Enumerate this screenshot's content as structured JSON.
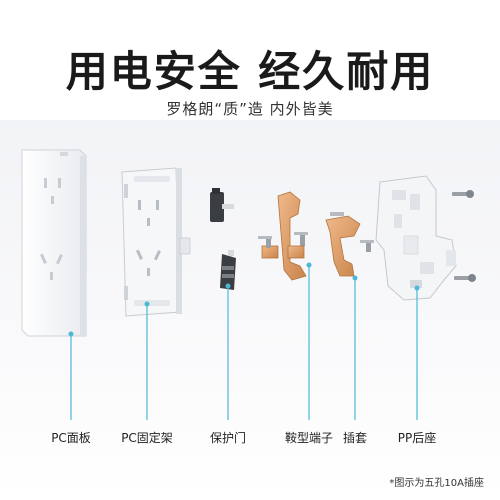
{
  "headline": "用电安全 经久耐用",
  "subhead": "罗格朗“质”造 内外皆美",
  "components": [
    {
      "label": "PC面板"
    },
    {
      "label": "PC固定架"
    },
    {
      "label": "保护门"
    },
    {
      "label": "鞍型端子"
    },
    {
      "label": "插套"
    },
    {
      "label": "PP后座"
    }
  ],
  "note": "*图示为五孔10A插座",
  "colors": {
    "accent_line": "#4bb8d8",
    "copper": "#d99a5e",
    "steel": "#9aa0a6"
  }
}
